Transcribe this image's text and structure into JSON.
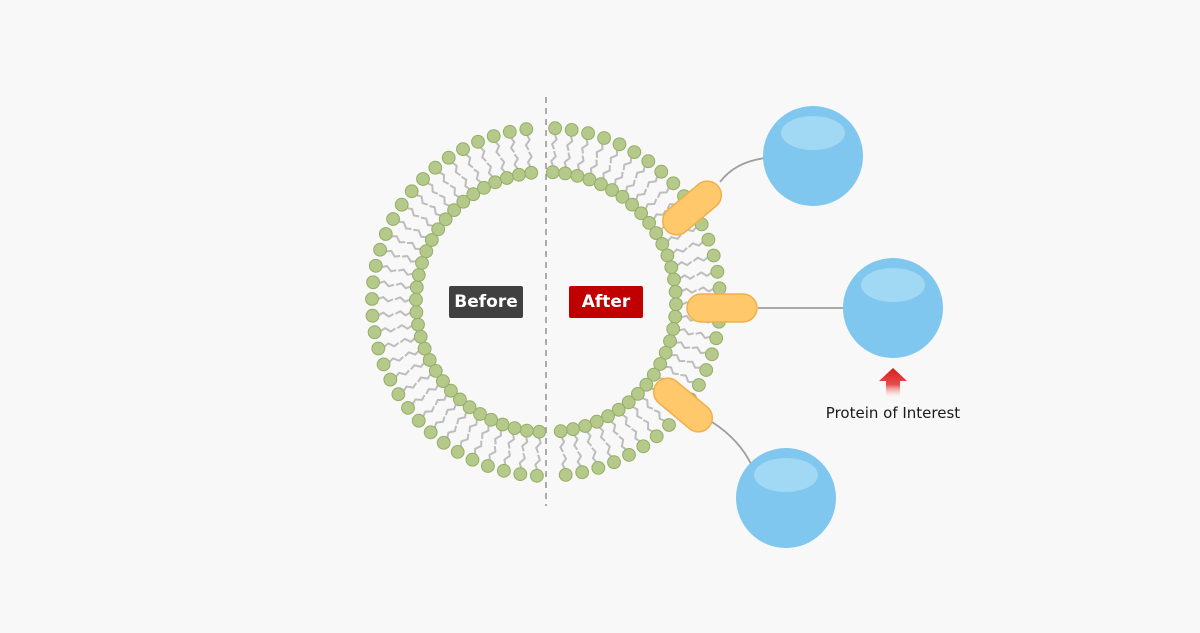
{
  "labels": {
    "before": "Before",
    "after": "After",
    "protein_caption": "Protein of Interest"
  },
  "colors": {
    "background": "#f8f8f8",
    "lipid_head": "#b5c98a",
    "lipid_head_stroke": "#94ad66",
    "lipid_tail": "#bdbdbd",
    "divider": "#999999",
    "before_badge": "#404040",
    "after_badge": "#c00000",
    "anchor": "#ffc86a",
    "anchor_stroke": "#f0b04c",
    "protein": "#7fc7ee",
    "protein_highlight": "#aadcf5",
    "tether": "#9e9e9e",
    "arrow": "#d81b1b"
  },
  "icons": {
    "arrow": "up-arrow-icon"
  }
}
